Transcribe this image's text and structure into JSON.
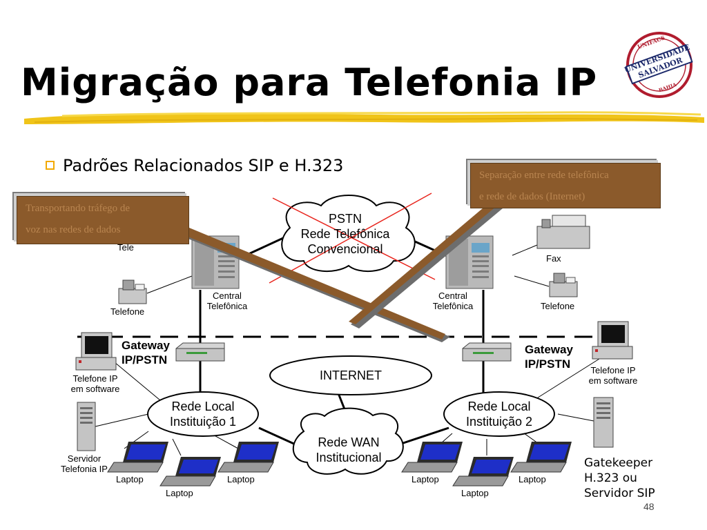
{
  "slide": {
    "title": "Migração para Telefonia IP",
    "bullet": "Padrões Relacionados SIP e H.323",
    "page_number": "48"
  },
  "logo": {
    "icon": "university-seal-icon",
    "text_top": "UNIFACS",
    "text_main_1": "UNIVERSIDADE",
    "text_main_2": "SALVADOR",
    "text_bottom": "BAHIA"
  },
  "callouts": {
    "left": {
      "line1": "Transportando tráfego de",
      "line2": "voz nas redes de dados"
    },
    "right": {
      "line1": "Separação entre rede telefônica",
      "line2": "e rede de dados (Internet)"
    }
  },
  "diagram": {
    "pstn": {
      "line1": "PSTN",
      "line2": "Rede Telefônica",
      "line3": "Convencional"
    },
    "internet": "INTERNET",
    "wan": {
      "line1": "Rede WAN",
      "line2": "Institucional"
    },
    "lan1": {
      "line1": "Rede Local",
      "line2": "Instituição 1"
    },
    "lan2": {
      "line1": "Rede Local",
      "line2": "Instituição 2"
    },
    "central_left": {
      "line1": "Central",
      "line2": "Telefônica"
    },
    "central_right": {
      "line1": "Central",
      "line2": "Telefônica"
    },
    "gateway_left": {
      "line1": "Gateway",
      "line2": "IP/PSTN"
    },
    "gateway_right": {
      "line1": "Gateway",
      "line2": "IP/PSTN"
    },
    "telefone_left": "Telefone",
    "telefone_left_partial": "Tele",
    "telefone_right": "Telefone",
    "fax": "Fax",
    "softphone_left": {
      "line1": "Telefone IP",
      "line2": "em software"
    },
    "softphone_right": {
      "line1": "Telefone IP",
      "line2": "em software"
    },
    "servidor": {
      "line1": "Servidor",
      "line2": "Telefonia IP"
    },
    "gatekeeper": {
      "line1": "Gatekeeper",
      "line2": "H.323 ou",
      "line3": "Servidor SIP"
    },
    "laptops": [
      "Laptop",
      "Laptop",
      "Laptop",
      "Laptop",
      "Laptop",
      "Laptop"
    ]
  },
  "colors": {
    "accent_bullet": "#f2a900",
    "underline": "#f0c419",
    "callout_fill": "#8b5a2b",
    "cross_lines": "#e8241c"
  }
}
